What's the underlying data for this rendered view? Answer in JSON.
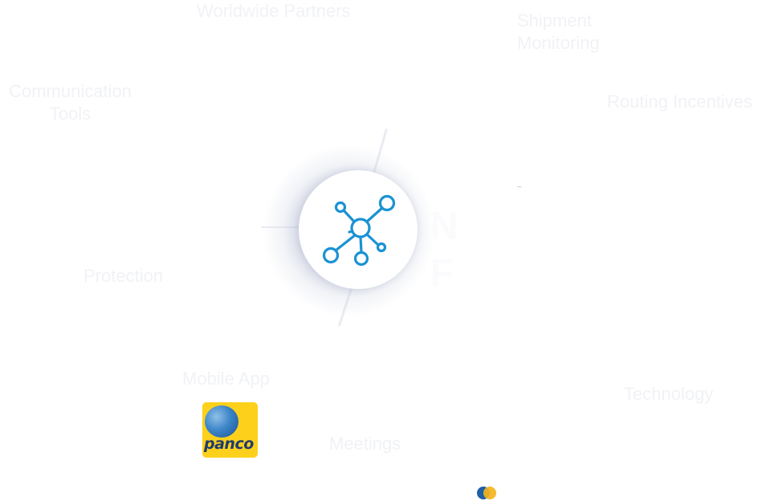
{
  "features": {
    "worldwide_partners": "Worldwide Partners",
    "shipment_monitoring": "Shipment Monitoring",
    "routing_incentives": "Routing Incentives",
    "communication_tools": "Communication Tools",
    "protection": "Protection",
    "mobile_app": "Mobile App",
    "meetings": "Meetings",
    "technology": "Technology"
  },
  "hub": {
    "icon": "network-icon",
    "title": "\nN\nF"
  },
  "logos": {
    "panco": {
      "text": "panco",
      "color_background": "#fdd01c",
      "color_text": "#1f3b6c"
    }
  },
  "colors": {
    "label_text": "#f1f2f6",
    "icon_blue": "#1a92d4",
    "hub_glow": "#8c96b9"
  }
}
